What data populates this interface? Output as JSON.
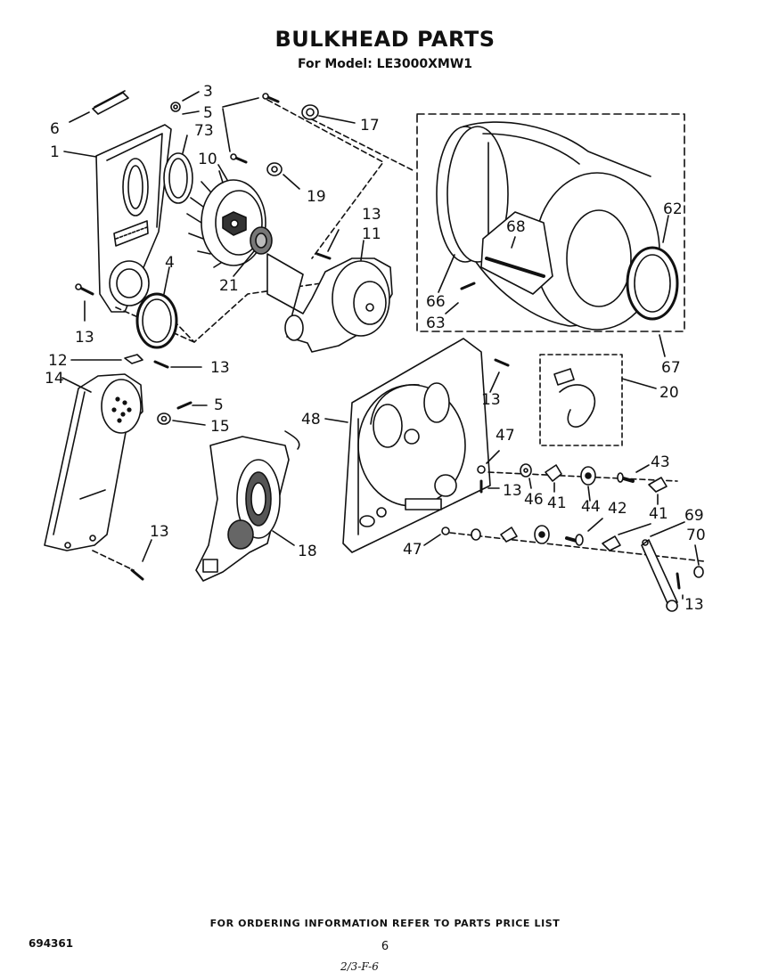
{
  "header": {
    "title": "BULKHEAD PARTS",
    "subtitle": "For Model: LE3000XMW1"
  },
  "callouts": [
    "3",
    "5",
    "6",
    "73",
    "17",
    "1",
    "10",
    "19",
    "13",
    "11",
    "4",
    "21",
    "13",
    "12",
    "13",
    "14",
    "5",
    "15",
    "13",
    "18",
    "48",
    "13",
    "47",
    "13",
    "46",
    "41",
    "44",
    "42",
    "41",
    "43",
    "47",
    "69",
    "70",
    "13",
    "66",
    "63",
    "68",
    "62",
    "67",
    "20"
  ],
  "footer": {
    "ordering_note": "FOR ORDERING INFORMATION REFER TO PARTS PRICE LIST",
    "doc_number": "694361",
    "page_number": "6",
    "handwritten_code": "2/3-F-6"
  }
}
